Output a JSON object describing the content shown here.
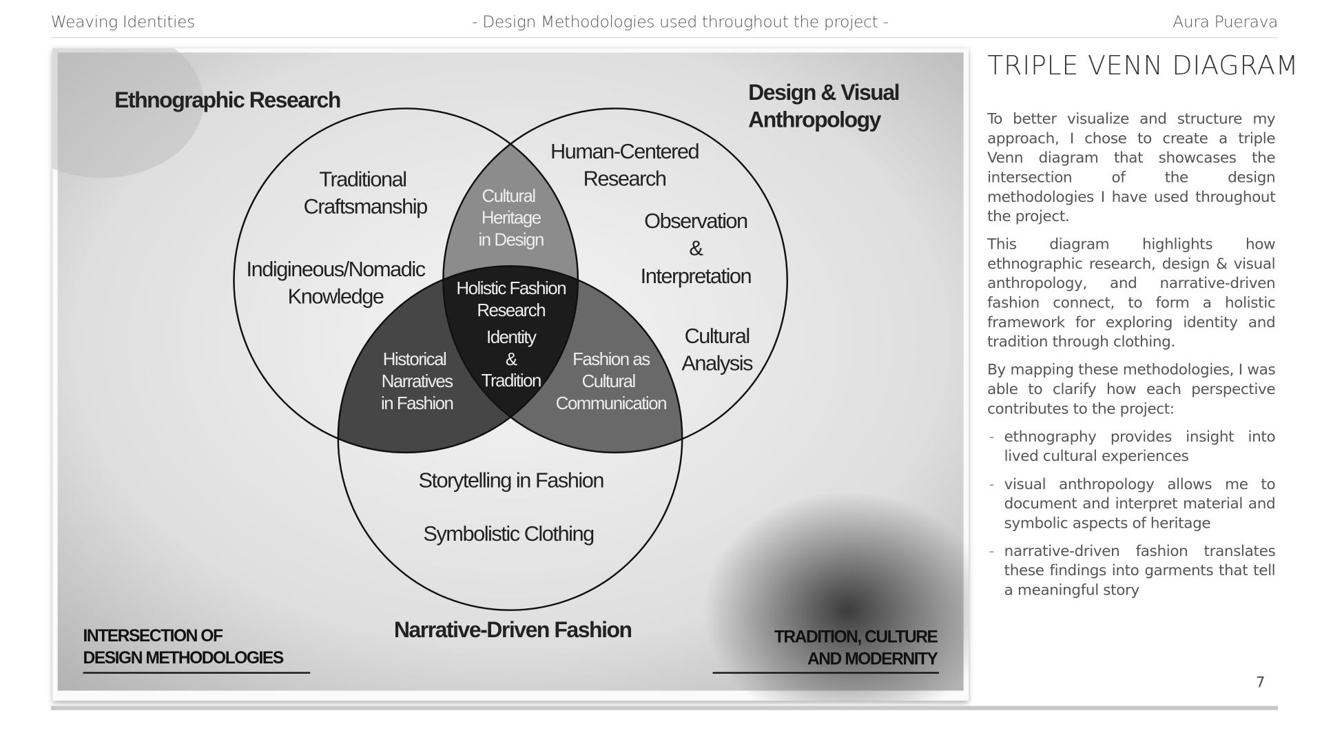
{
  "header": {
    "left": "Weaving Identities",
    "center": "- Design Methodologies used throughout the project -",
    "right": "Aura Puerava"
  },
  "diagram": {
    "circles": {
      "ethnographic": "Ethnographic Research",
      "design_line1": "Design & Visual",
      "design_line2": "Anthropology",
      "narrative": "Narrative-Driven Fashion"
    },
    "ethnographic_items": [
      "Traditional",
      "Craftsmanship",
      "Indigineous/Nomadic",
      "Knowledge"
    ],
    "design_items": [
      "Human-Centered",
      "Research",
      "Observation",
      "&",
      "Interpretation",
      "Cultural",
      "Analysis"
    ],
    "narrative_items": [
      "Storytelling in Fashion",
      "Symbolistic Clothing"
    ],
    "ethno_design": [
      "Cultural",
      "Heritage",
      "in Design"
    ],
    "ethno_narrative": [
      "Historical",
      "Narratives",
      "in Fashion"
    ],
    "design_narrative": [
      "Fashion as",
      "Cultural",
      "Communication"
    ],
    "center": [
      "Holistic Fashion",
      "Research",
      "Identity",
      "&",
      "Tradition"
    ],
    "corner_left": [
      "INTERSECTION OF",
      "DESIGN METHODOLOGIES"
    ],
    "corner_right": [
      "TRADITION, CULTURE",
      "AND MODERNITY"
    ],
    "colors": {
      "ethno_design": "#8c8c8c",
      "ethno_narrative": "#464646",
      "design_narrative": "#696969",
      "center": "#1c1c1c"
    }
  },
  "text": {
    "title": "TRIPLE  VENN DIAGRAM",
    "paragraphs": [
      "To better visualize and structure my approach, I chose to create a triple Venn diagram that showcases the intersection of the design methodologies I have used throughout the project.",
      "This diagram highlights how ethnographic research, design & visual anthropology, and narrative-driven fashion connect, to form a holistic framework for exploring identity and tradition through clothing.",
      "By mapping these methodologies, I was able to clarify how each perspective contributes to the project:"
    ],
    "bullets": [
      "ethnography provides insight into lived cultural experiences",
      "visual anthropology allows me to document and interpret material and symbolic aspects of heritage",
      "narrative-driven fashion translates these findings into garments that tell a meaningful story"
    ]
  },
  "page_number": "7"
}
